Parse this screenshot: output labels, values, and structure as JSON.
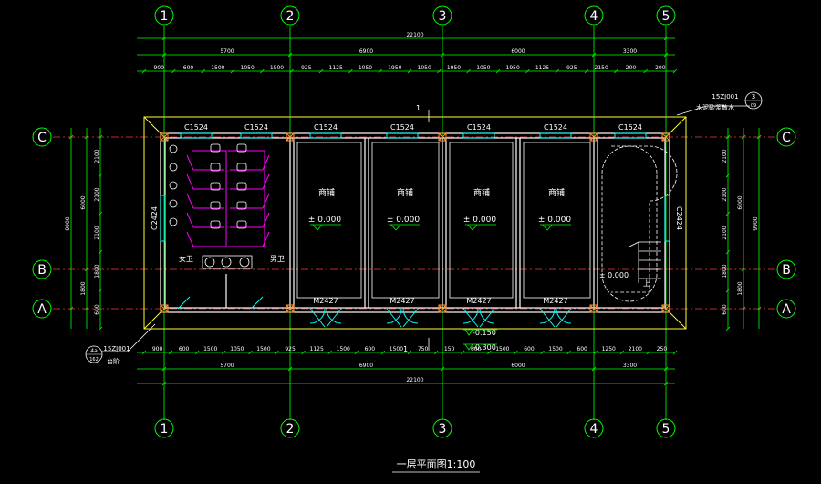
{
  "drawing": {
    "title": "一层平面图1:100",
    "colors": {
      "background": "#000000",
      "axis": "#ff3b3b",
      "dimension": "#00ff00",
      "wall": "#ffffff",
      "outline": "#ffff33",
      "window": "#00ffff",
      "fixture": "#ff00ff",
      "door": "#00ffff",
      "text": "#ffffff"
    }
  },
  "grid": {
    "columns": [
      "1",
      "2",
      "3",
      "4",
      "5"
    ],
    "rows": [
      "C",
      "B",
      "A"
    ]
  },
  "dimensions": {
    "overall": "22100",
    "axis_spans": [
      "5700",
      "6900",
      "6000",
      "3300"
    ],
    "top_details": [
      "900",
      "600",
      "1500",
      "1050",
      "1500",
      "925",
      "1125",
      "1050",
      "1950",
      "1050",
      "1950",
      "1050",
      "1950",
      "1125",
      "925",
      "2150",
      "200",
      "200"
    ],
    "bottom_details": [
      "900",
      "600",
      "1500",
      "1050",
      "1500",
      "925",
      "1125",
      "1500",
      "600",
      "1500",
      "750",
      "150",
      "600",
      "1500",
      "600",
      "1500",
      "600",
      "1250",
      "2100",
      "250"
    ],
    "left_total": "9900",
    "left_parts": [
      "6000",
      "1800"
    ],
    "left_details": [
      "2100",
      "2100",
      "2100",
      "1800",
      "600"
    ],
    "right_total": "9900",
    "right_parts": [
      "6000",
      "1800"
    ],
    "right_details": [
      "2100",
      "2100",
      "2100",
      "1800",
      "600"
    ]
  },
  "windows": [
    "C1524",
    "C1524",
    "C1524",
    "C1524",
    "C1524",
    "C1524",
    "C1524"
  ],
  "side_windows": [
    "C2424",
    "C2424"
  ],
  "doors": [
    "M2427",
    "M2427",
    "M2427",
    "M2427"
  ],
  "rooms": [
    {
      "name": "商铺",
      "level": "± 0.000"
    },
    {
      "name": "商铺",
      "level": "± 0.000"
    },
    {
      "name": "商铺",
      "level": "± 0.000"
    },
    {
      "name": "商铺",
      "level": "± 0.000"
    }
  ],
  "toilets": {
    "female": "女卫",
    "male": "男卫"
  },
  "stair": {
    "level": "± 0.000",
    "label": "上"
  },
  "levels": {
    "step": "-0.150",
    "ground": "-0.300"
  },
  "callouts": {
    "top_right_ref": "15ZJ001",
    "top_right_sheet": "3",
    "top_right_sheet_sub": "09",
    "top_right_label": "水泥砂浆散水",
    "bottom_left_ref": "15ZJ001",
    "bottom_left_sheet": "4a",
    "bottom_left_sheet_sub": "162",
    "bottom_left_label": "台阶",
    "section_mark": "1"
  }
}
